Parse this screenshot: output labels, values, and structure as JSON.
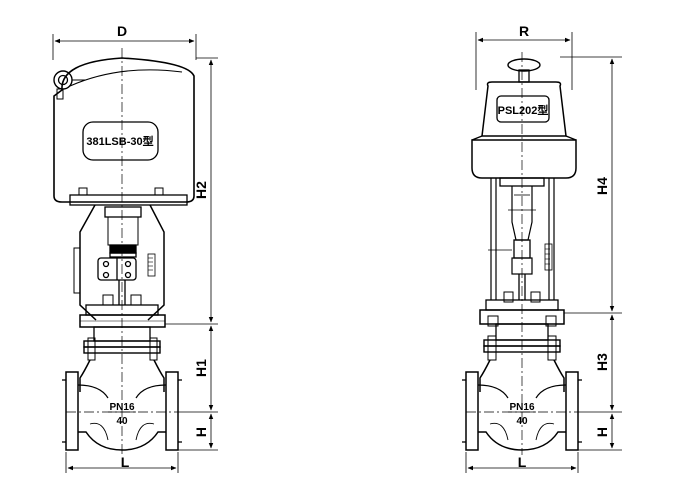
{
  "left_valve": {
    "actuator_label": "381LSB-30型",
    "pressure_rating": "PN16",
    "nominal_size": "40",
    "dim_width": "D",
    "dim_actuator_height": "H2",
    "dim_body_height": "H1",
    "dim_lower_height": "H",
    "dim_length": "L"
  },
  "right_valve": {
    "actuator_label": "PSL202型",
    "pressure_rating": "PN16",
    "nominal_size": "40",
    "dim_width": "R",
    "dim_actuator_height": "H4",
    "dim_body_height": "H3",
    "dim_lower_height": "H",
    "dim_length": "L"
  }
}
